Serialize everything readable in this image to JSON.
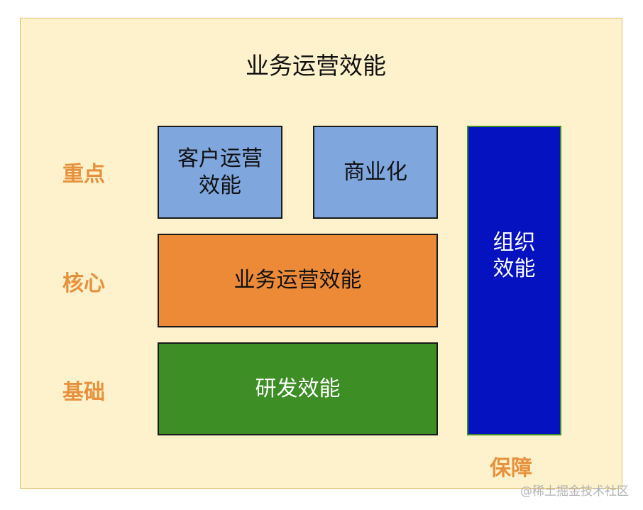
{
  "title": "业务运营效能",
  "labels": {
    "focus": "重点",
    "core": "核心",
    "foundation": "基础",
    "support": "保障"
  },
  "boxes": {
    "customer_ops_line1": "客户运营",
    "customer_ops_line2": "效能",
    "commercialization": "商业化",
    "business_ops": "业务运营效能",
    "rd_efficiency": "研发效能",
    "org_line1": "组织",
    "org_line2": "效能"
  },
  "watermark": "@稀土掘金技术社区",
  "colors": {
    "background": "#fdf2cc",
    "border": "#e2bf6a",
    "label": "#e8913c",
    "blue_box": "#7fa6dd",
    "orange_box": "#ec8a38",
    "green_box": "#3c8e25",
    "navy_box": "#0412c0"
  }
}
